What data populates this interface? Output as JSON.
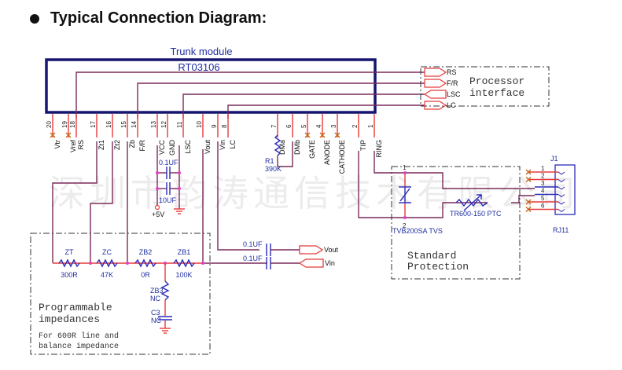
{
  "heading": {
    "title": "Typical Connection Diagram:"
  },
  "module": {
    "caption": "Trunk module",
    "part": "RT03106"
  },
  "pins_left": [
    {
      "num": "20",
      "name": "Vtr",
      "nc": true
    },
    {
      "num": "19",
      "name": "Vref",
      "nc": true
    },
    {
      "num": "18",
      "name": "RS",
      "nc": false
    },
    {
      "num": "17",
      "name": "Zt1",
      "nc": false
    },
    {
      "num": "16",
      "name": "Zt2",
      "nc": false
    },
    {
      "num": "15",
      "name": "Zb",
      "nc": false
    },
    {
      "num": "14",
      "name": "F/R",
      "nc": false
    },
    {
      "num": "13",
      "name": "VCC",
      "nc": false
    },
    {
      "num": "12",
      "name": "GND",
      "nc": false
    },
    {
      "num": "11",
      "name": "LSC",
      "nc": false
    },
    {
      "num": "10",
      "name": "Vout",
      "nc": false
    },
    {
      "num": "9",
      "name": "Vin",
      "nc": false
    },
    {
      "num": "8",
      "name": "LC",
      "nc": false
    }
  ],
  "pins_right": [
    {
      "num": "7",
      "name": "DMa",
      "nc": false
    },
    {
      "num": "6",
      "name": "DMb",
      "nc": false
    },
    {
      "num": "5",
      "name": "GATE",
      "nc": true
    },
    {
      "num": "4",
      "name": "ANODE",
      "nc": true
    },
    {
      "num": "3",
      "name": "CATHODE",
      "nc": true
    },
    {
      "num": "2",
      "name": "TIP",
      "nc": false
    },
    {
      "num": "1",
      "name": "RING",
      "nc": false
    }
  ],
  "processor": {
    "title_line1": "Processor",
    "title_line2": "interface",
    "signals": [
      "RS",
      "F/R",
      "LSC",
      "LC"
    ]
  },
  "r1": {
    "ref": "R1",
    "value": "390K"
  },
  "decoupling": {
    "c1": "0.1UF",
    "c2": "10UF",
    "supply": "+5V"
  },
  "impedances": {
    "title_line1": "Programmable",
    "title_line2": "impedances",
    "note_line1": "For 600R line and",
    "note_line2": "balance impedance",
    "resistors": [
      {
        "ref": "ZT",
        "value": "300R"
      },
      {
        "ref": "ZC",
        "value": "47K"
      },
      {
        "ref": "ZB2",
        "value": "0R"
      },
      {
        "ref": "ZB1",
        "value": "100K"
      }
    ],
    "zb3": {
      "ref": "ZB3",
      "value": "NC"
    },
    "c3": {
      "ref": "C3",
      "value": "NC"
    }
  },
  "audio": {
    "vout_cap": "0.1UF",
    "vin_cap": "0.1UF",
    "vout_label": "Vout",
    "vin_label": "Vin"
  },
  "protection": {
    "title_line1": "Standard",
    "title_line2": "Protection",
    "tvs": "TVB200SA TVS",
    "tvs_pin_top": "1",
    "tvs_pin_bottom": "2",
    "ptc": "TR600-150 PTC"
  },
  "jack": {
    "ref": "J1",
    "type": "RJ11",
    "pins": [
      "1",
      "2",
      "3",
      "4",
      "5",
      "6"
    ]
  },
  "watermark": "深圳市韵涛通信技术有限公司"
}
